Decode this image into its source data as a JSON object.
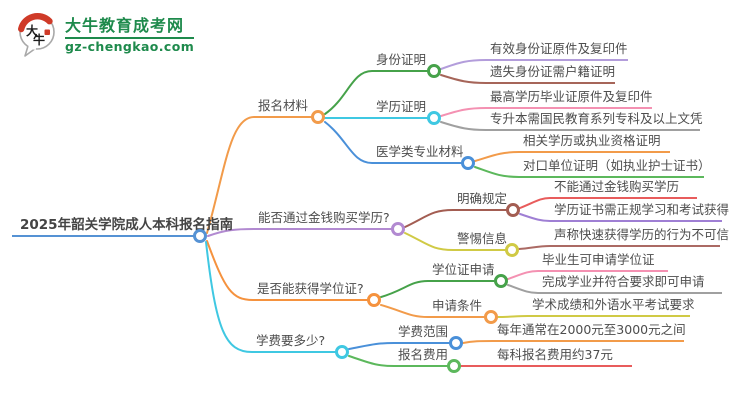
{
  "logo": {
    "bubble_text": "大牛",
    "site_name": "大牛教育成考网",
    "site_url": "gz-chengkao.com",
    "brand_green": "#1e8a4c",
    "brand_red": "#cf3a28"
  },
  "palette": {
    "root_blue": "#5592d4",
    "orange": "#f29b4a",
    "green": "#46a24a",
    "light_green": "#5cb85c",
    "cyan": "#3fc8e2",
    "sky_blue": "#4a90d9",
    "purple": "#b28ad1",
    "lavender": "#b39ddb",
    "violet": "#9f7fd4",
    "pink": "#f491b2",
    "gray": "#a0a0a0",
    "red": "#e85c5c",
    "brick": "#a35d52",
    "rosewood": "#ab6a64",
    "rust": "#a66559",
    "olive": "#d0ca45",
    "text": "#4d4d4d"
  },
  "mindmap": {
    "root": {
      "label": "2025年韶关学院成人本科报名指南",
      "color": "#5592d4"
    },
    "branches": [
      {
        "label": "报名材料",
        "color": "#f29b4a",
        "children": [
          {
            "label": "身份证明",
            "color": "#46a24a",
            "children": [
              {
                "label": "有效身份证原件及复印件",
                "color": "#b39ddb"
              },
              {
                "label": "遗失身份证需户籍证明",
                "color": "#a66559"
              }
            ]
          },
          {
            "label": "学历证明",
            "color": "#3fc8e2",
            "children": [
              {
                "label": "最高学历毕业证原件及复印件",
                "color": "#f491b2"
              },
              {
                "label": "专升本需国民教育系列专科及以上文凭",
                "color": "#a0a0a0"
              }
            ]
          },
          {
            "label": "医学类专业材料",
            "color": "#4a90d9",
            "children": [
              {
                "label": "相关学历或执业资格证明",
                "color": "#f29b4a"
              },
              {
                "label": "对口单位证明（如执业护士证书）",
                "color": "#5cb85c"
              }
            ]
          }
        ]
      },
      {
        "label": "能否通过金钱购买学历?",
        "color": "#b28ad1",
        "children": [
          {
            "label": "明确规定",
            "color": "#a35d52",
            "children": [
              {
                "label": "不能通过金钱购买学历",
                "color": "#e85c5c"
              },
              {
                "label": "学历证书需正规学习和考试获得",
                "color": "#9f7fd4"
              }
            ]
          },
          {
            "label": "警惕信息",
            "color": "#d0ca45",
            "children": [
              {
                "label": "声称快速获得学历的行为不可信",
                "color": "#ab6a64"
              }
            ]
          }
        ]
      },
      {
        "label": "是否能获得学位证?",
        "color": "#f5923e",
        "children": [
          {
            "label": "学位证申请",
            "color": "#46a24a",
            "children": [
              {
                "label": "毕业生可申请学位证",
                "color": "#f491b2"
              },
              {
                "label": "完成学业并符合要求即可申请",
                "color": "#a0a0a0"
              }
            ]
          },
          {
            "label": "申请条件",
            "color": "#f29b4a",
            "children": [
              {
                "label": "学术成绩和外语水平考试要求",
                "color": "#d0ca45"
              }
            ]
          }
        ]
      },
      {
        "label": "学费要多少?",
        "color": "#3fc8e2",
        "children": [
          {
            "label": "学费范围",
            "color": "#4a90d9",
            "children": [
              {
                "label": "每年通常在2000元至3000元之间",
                "color": "#f29b4a"
              }
            ]
          },
          {
            "label": "报名费用",
            "color": "#5cb85c",
            "children": [
              {
                "label": "每科报名费用约37元",
                "color": "#e85c5c"
              }
            ]
          }
        ]
      }
    ]
  }
}
